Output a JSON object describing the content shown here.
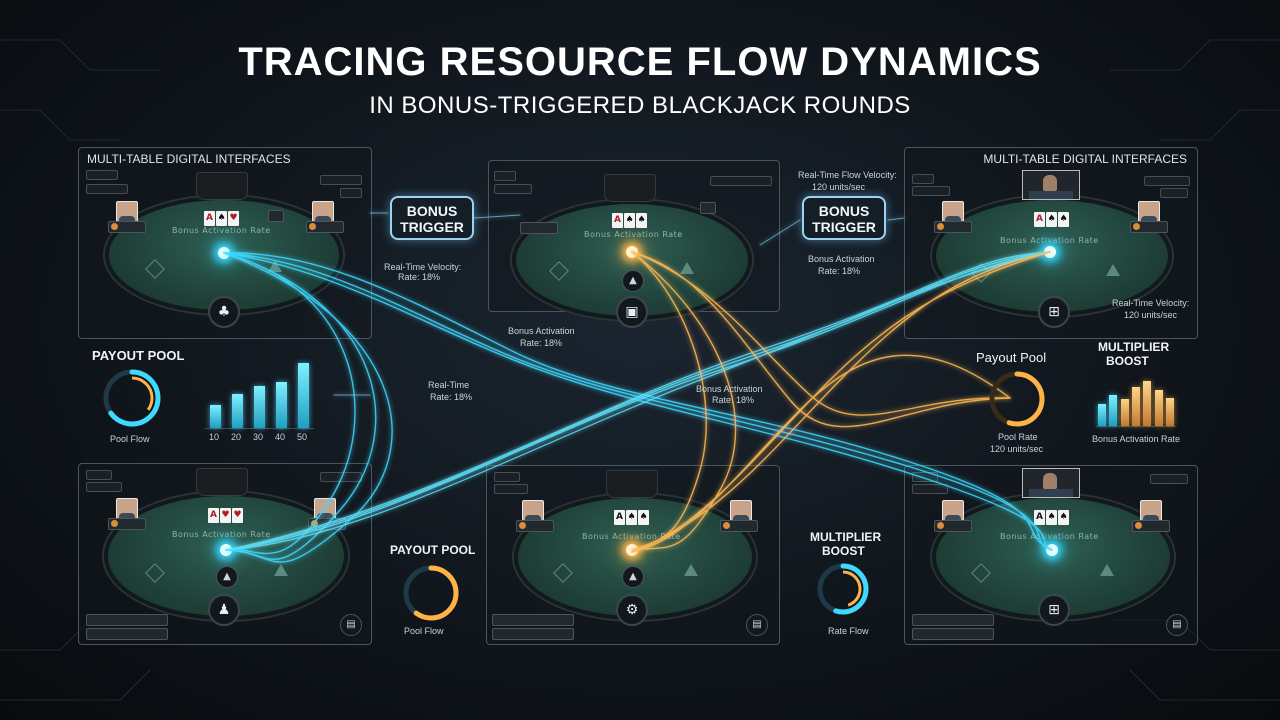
{
  "header": {
    "title": "TRACING RESOURCE FLOW DYNAMICS",
    "subtitle": "IN BONUS-TRIGGERED BLACKJACK ROUNDS"
  },
  "panels": {
    "left_label": "MULTI-TABLE DIGITAL INTERFACES",
    "right_label": "MULTI-TABLE DIGITAL INTERFACES"
  },
  "triggers": {
    "left": {
      "line1": "BONUS",
      "line2": "TRIGGER"
    },
    "right": {
      "line1": "BONUS",
      "line2": "TRIGGER"
    }
  },
  "annotations": {
    "top_velocity_1": "Real-Time Flow Velocity:",
    "top_velocity_2": "120 units/sec",
    "right_velocity_1": "Real-Time Velocity:",
    "right_velocity_2": "120 units/sec",
    "mid_velocity_1": "Real-Time Velocity:",
    "mid_velocity_2": "Rate: 18%",
    "bonus_rate_top": "Bonus Activation",
    "bonus_rate_top_2": "Rate: 18%",
    "bonus_rate_center_1": "Bonus Activation",
    "bonus_rate_center_2": "Rate: 18%",
    "flow_rate_1": "Real-Time",
    "flow_rate_2": "Rate: 18%",
    "center_right_1": "Bonus Activation",
    "center_right_2": "Rate: 18%"
  },
  "widgets": {
    "payout_pool_left": "PAYOUT POOL",
    "payout_pool_left_caption": "Pool Flow",
    "payout_pool_right": "Payout Pool",
    "payout_pool_right_caption_1": "Pool Rate",
    "payout_pool_right_caption_2": "120 units/sec",
    "multiplier_right_1": "MULTIPLIER",
    "multiplier_right_2": "BOOST",
    "multiplier_right_caption": "Bonus Activation Rate",
    "payout_pool_bottom": "PAYOUT POOL",
    "payout_pool_bottom_caption": "Pool Flow",
    "multiplier_bottom_1": "MULTIPLIER",
    "multiplier_bottom_2": "BOOST",
    "multiplier_bottom_caption": "Rate Flow"
  },
  "bar_chart_left": {
    "values": [
      0.3,
      0.45,
      0.55,
      0.6,
      0.85
    ],
    "tick_labels": [
      "10",
      "20",
      "30",
      "40",
      "50"
    ]
  },
  "bar_chart_right": {
    "values": [
      0.4,
      0.55,
      0.48,
      0.7,
      0.8,
      0.65,
      0.5
    ]
  },
  "gauges": {
    "payout_left": 0.65,
    "payout_right": 0.55,
    "payout_bottom": 0.6,
    "multiplier_bottom": 0.55
  },
  "colors": {
    "cyan": "#34d8ff",
    "gold": "#ffb347",
    "felt": "#2f5f52"
  },
  "felt_text": "Bonus Activation Rate",
  "icons": {
    "hub_1": "players-icon",
    "hub_2": "chart-icon",
    "hub_3": "controller-icon",
    "hub_4": "player-icon",
    "hub_5": "gear-icon",
    "hub_6": "console-icon"
  }
}
